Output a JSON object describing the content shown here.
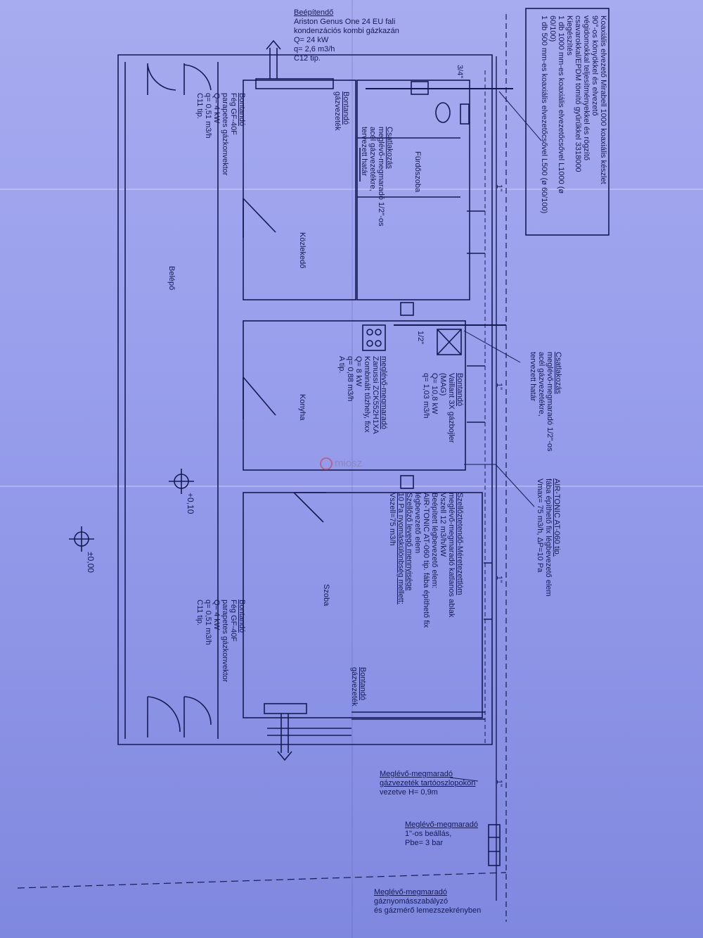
{
  "rooms": {
    "belepo": "Belépő",
    "konyha": "Konyha",
    "kozlekedo": "Közlekedő",
    "furdoszoba": "Fürdőszoba",
    "szoba": "Szoba"
  },
  "levels": {
    "upper": "+0,10",
    "lower": "±0,00"
  },
  "boiler_note": [
    "Beépítendő",
    "Ariston Genus One 24 EU fali",
    "kondenzációs kombi gázkazán",
    "Q= 24 kW",
    "q= 2,6 m3/h",
    "C12 tip."
  ],
  "convector_top_note": [
    "Bontandó",
    "Fég GF-40F",
    "parapetes gázkonvektor",
    "Q= 4 kW",
    "q= 0,51 m3/h",
    "C11 tip."
  ],
  "convector_bottom_note": [
    "Bontandó",
    "Fég GF-40F",
    "parapetes gázkonvektor",
    "Q= 4 kW",
    "q= 0,51 m3/h",
    "C11 tip."
  ],
  "gas_pipe_top": [
    "Bontandó",
    "gázvezeték"
  ],
  "gas_pipe_bottom": [
    "Bontandó",
    "gázvezeték"
  ],
  "stub_note_top": [
    "Csatlakozás",
    "meglévő-megmaradó 1/2\"-os",
    "acél gázvezetékre,",
    "tervezett határ"
  ],
  "heater_note": [
    "Bontandó",
    "Vaillant 3X gázbojler",
    "(MAG)",
    "Q= 10,8 kW",
    "q= 1,03 m3/h"
  ],
  "stove_note": [
    "meglévő-megmaradó",
    "Zanussi ZCK552H1XA",
    "Kombinált tűzhely, fixx",
    "Q= 8 kW",
    "q= 0,88 m3/h",
    "A tip."
  ],
  "stub_note_right": [
    "Csatlakozás",
    "meglévő-megmaradó 1/2\"-os",
    "acél gázvezetékre,",
    "tervezett határ"
  ],
  "vent_note": [
    "AIR-TONIC AT-060 tip.",
    "fába építhető fix légbevezető elem",
    "Vmax= 75 m3/h, ΔP=10 Pa"
  ],
  "room_vent_note": [
    "Szellőztetendő-Méretezettlóm",
    "meglévő-megmaradó katlanos ablak",
    "Vszell 12 m3/h/kW",
    "Beépített légbevezető elem:",
    "AIR-TONIC AT-060 tip. fába építhető fix",
    "légbevezető elem",
    "Szellőző levegő mennyisége",
    "10 Pa nyomáskülönbség mellett:",
    "Vszell=75 m3/h"
  ],
  "flue_note": [
    "Koaxiális elvezető Mirabell 1000 koaxiális készlet",
    "90°-os könyökkel és elvezető",
    "végidomokkal teljesítményekkel és rögzítő",
    "csavarokkal/EPDM tömítő gyűrűkkel 3318000",
    "Kiegészítés",
    "1 db 1000 mm-es koaxiális elvezetőcsővel L1000 (ø",
    "60/100)",
    "1 db 500 mm-es koaxiális elvezetőcsővel L500 (ø 60/100)"
  ],
  "pipe_size_labels": [
    "3/4\"",
    "1\"",
    "1\"",
    "1\"",
    "1\"",
    "1/2\""
  ],
  "pillar_note": [
    "Meglévő-megmaradó",
    "gázvezeték tartóoszlopokon",
    "vezetve H= 0,9m"
  ],
  "valve_note": [
    "Meglévő-megmaradó",
    "1\"-os beállás,",
    "Pbe= 3 bar"
  ],
  "regulator_note": [
    "Meglévő-megmaradó",
    "gáznyomásszabályzó",
    "és gázmérő lemezszekrényben"
  ],
  "watermark": "miosz",
  "colors": {
    "paper": "#9aa0ec",
    "ink": "#151a55",
    "watermark": "#c0455a"
  }
}
